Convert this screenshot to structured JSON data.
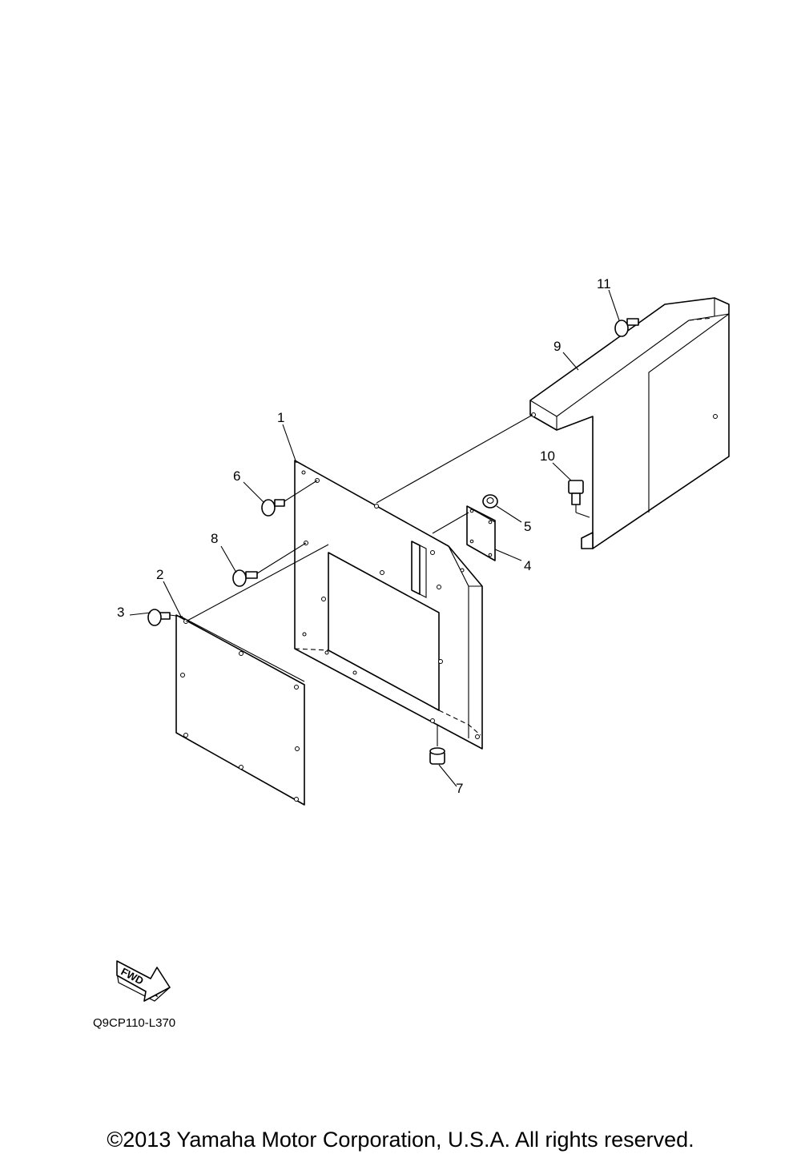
{
  "callouts": {
    "c1": "1",
    "c2": "2",
    "c3": "3",
    "c4": "4",
    "c5": "5",
    "c6": "6",
    "c7": "7",
    "c8": "8",
    "c9": "9",
    "c10": "10",
    "c11": "11"
  },
  "fwd_label": "FWD",
  "diagram_code": "Q9CP110-L370",
  "copyright": "©2013 Yamaha Motor Corporation, U.S.A. All rights reserved."
}
